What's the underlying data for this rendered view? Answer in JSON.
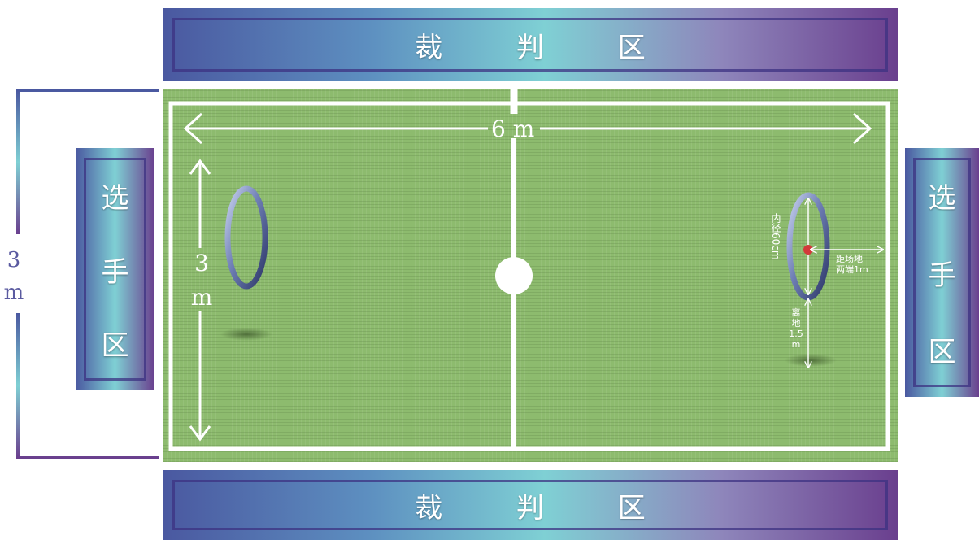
{
  "top_zone": {
    "label": "裁 判 区"
  },
  "bottom_zone": {
    "label": "裁 判 区"
  },
  "left_zone": {
    "chars": [
      "选",
      "手",
      "区"
    ]
  },
  "right_zone": {
    "chars": [
      "选",
      "手",
      "区"
    ]
  },
  "field": {
    "width_label": "6 m",
    "height_label_num": "3",
    "height_label_unit": "m"
  },
  "outer_dimension": {
    "num": "3",
    "unit": "m"
  },
  "hoop_annotations": {
    "inner_diameter": "内径60cm",
    "distance_line1": "距场地",
    "distance_line2": "两端1m",
    "height_line1": "离",
    "height_line2": "地",
    "height_line3": "1.5",
    "height_line4": "m"
  },
  "colors": {
    "grass": "#8dbb6e",
    "field_lines": "#ffffff",
    "zone_gradient_start": "#4a58a0",
    "zone_gradient_mid": "#7fd0d4",
    "zone_gradient_end": "#6a3f8e",
    "hoop": "#7b88b8",
    "center_marker": "#d23a3a"
  }
}
